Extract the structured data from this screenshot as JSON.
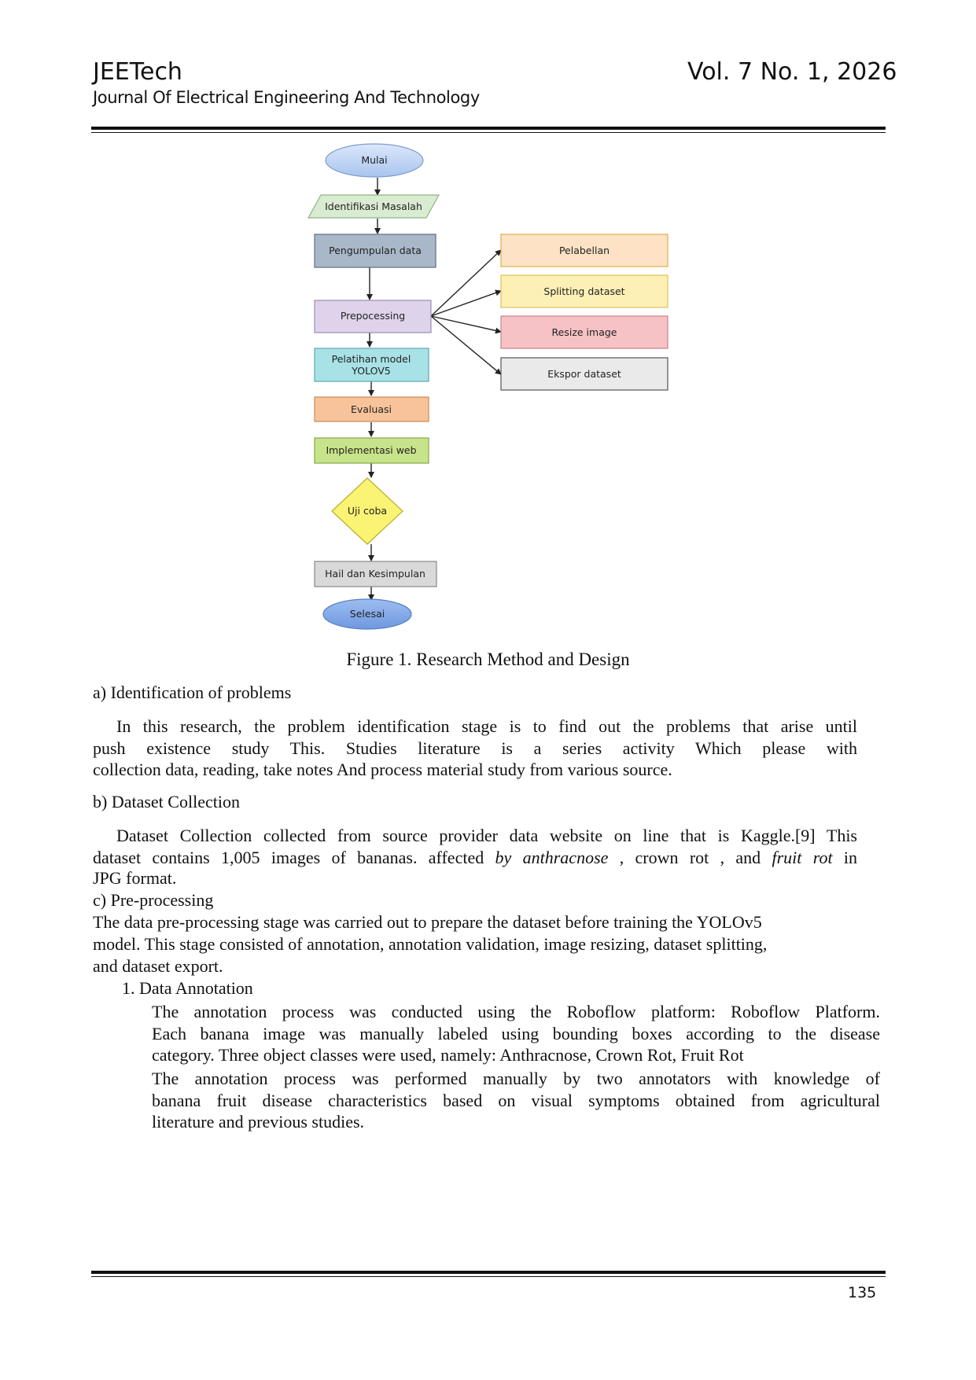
{
  "header": {
    "journal": "JEETech",
    "volume": "Vol. 7 No. 1, 2026",
    "journal_full": "Journal Of Electrical Engineering And Technology"
  },
  "flowchart": {
    "start": "Mulai",
    "identify": "Identifikasi Masalah",
    "collect": "Pengumpulan data",
    "preprocess": "Prepocessing",
    "train_line1": "Pelatihan model",
    "train_line2": "YOLOV5",
    "evaluate": "Evaluasi",
    "implement": "Implementasi web",
    "test": "Uji coba",
    "result": "Hail dan Kesimpulan",
    "end": "Selesai",
    "branch": [
      "Pelabellan",
      "Splitting dataset",
      "Resize image",
      "Ekspor dataset"
    ],
    "colors": {
      "start_end": "#aac4ee",
      "identify": "#d9ecd2",
      "collect": "#a9b8c8",
      "preprocess": "#ded3ea",
      "train": "#a8e2e6",
      "evaluate": "#f8c39a",
      "implement": "#c8e48a",
      "test": "#fbf374",
      "result": "#d9d9d9",
      "labeling": "#fde2c5",
      "splitting": "#fdf0b5",
      "resize": "#f6c2c5",
      "export": "#eaeaea"
    }
  },
  "caption": "Figure  1. Research Method and Design",
  "sections": {
    "a_heading": "a)  Identification  of problems",
    "a_lines": [
      "In  this  research,  the  problem  identification  stage  is  to  find  out  the  problems  that  arise  until",
      "push  existence  study  This.  Studies  literature  is  a  series  activity  Which  please  with",
      "collection   data, reading, take notes And process material study from various source."
    ],
    "b_heading": "b)  Dataset Collection",
    "b_line1": "Dataset  Collection collected  from  source  provider  data  website  on  line  that  is  Kaggle.[9]  This",
    "b_line2_pre": "dataset  contains  1,005  images  of bananas.  affected ",
    "b_line2_it1": "by  anthracnose",
    "b_line2_mid": " ,  crown  rot ,  and ",
    "b_line2_it2": "fruit  rot",
    "b_line2_post": "  in",
    "b_line3": "JPG format.",
    "c_heading": "c)  Pre-processing",
    "c_lines": [
      "The data pre-processing stage was carried out to prepare the dataset before training the YOLOv5",
      "model. This stage consisted of annotation, annotation validation, image resizing, dataset splitting,",
      "and dataset export."
    ],
    "item1_heading": "1.  Data Annotation",
    "item1_lines": [
      "The  annotation  process  was  conducted  using  the  Roboflow  platform:  Roboflow  Platform.",
      "Each  banana  image  was  manually  labeled  using  bounding  boxes  according  to  the  disease",
      "category. Three object classes were used, namely:  Anthracnose,  Crown Rot, Fruit Rot",
      "The  annotation  process  was  performed  manually  by  two  annotators  with  knowledge  of",
      "banana  fruit  disease  characteristics  based  on  visual  symptoms  obtained  from  agricultural",
      "literature  and previous  studies."
    ]
  },
  "page_number": "135"
}
